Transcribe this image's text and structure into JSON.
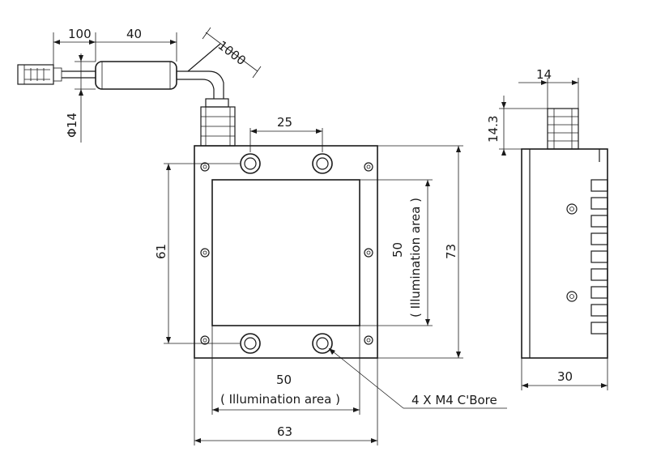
{
  "dimensions": {
    "cable_gap": "100",
    "cable_body_length": "40",
    "cable_length": "1000",
    "cable_diameter": "Φ14",
    "hole_spacing": "25",
    "hole_row_spacing": "61",
    "illumination_height_value": "50",
    "illumination_height_note": "( Illumination area )",
    "overall_height": "73",
    "illumination_width_value": "50",
    "illumination_width_note": "( Illumination area )",
    "overall_width": "63",
    "side_connector_width": "14",
    "side_connector_height": "14.3",
    "side_depth": "30"
  },
  "callouts": {
    "counterbore": "4 X M4 C'Bore"
  }
}
